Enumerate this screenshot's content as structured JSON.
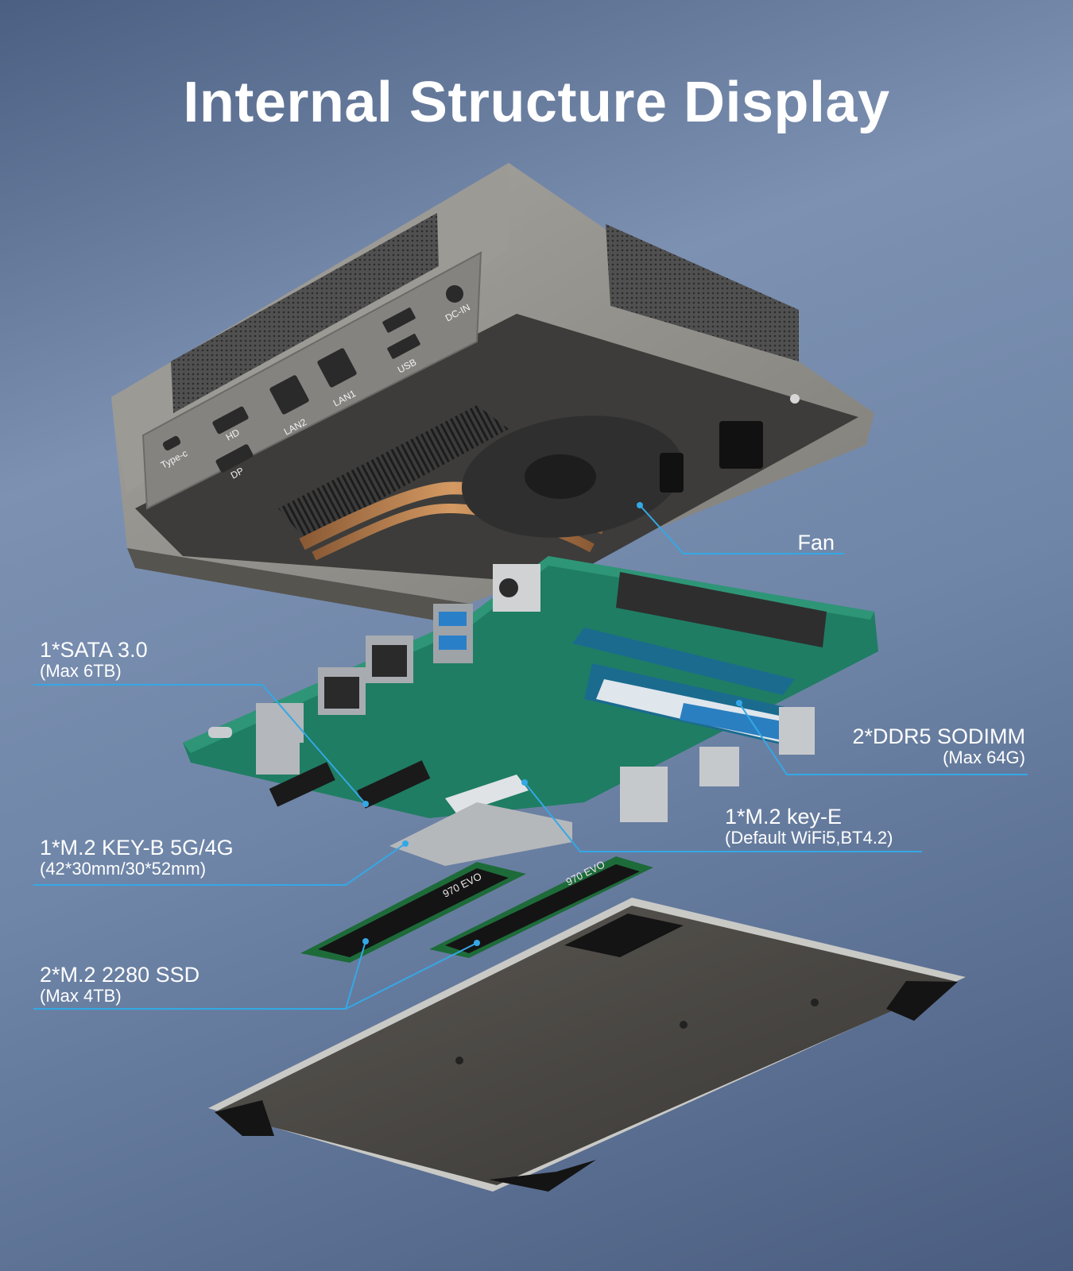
{
  "title": "Internal Structure Display",
  "colors": {
    "accent_line": "#34a8e6",
    "pcb": "#1f7d63",
    "case": "#8b8b87"
  },
  "callouts": {
    "fan": {
      "main": "Fan"
    },
    "sata": {
      "main": "1*SATA 3.0",
      "sub": "(Max 6TB)"
    },
    "ddr5": {
      "main": "2*DDR5 SODIMM",
      "sub": "(Max 64G)"
    },
    "m2_key_e": {
      "main": "1*M.2 key-E",
      "sub": "(Default WiFi5,BT4.2)"
    },
    "m2_key_b": {
      "main": "1*M.2 KEY-B 5G/4G",
      "sub": "(42*30mm/30*52mm)"
    },
    "ssd": {
      "main": "2*M.2 2280 SSD",
      "sub": "(Max 4TB)"
    }
  },
  "port_labels": {
    "type_c": "Type-c",
    "hd": "HD",
    "dp": "DP",
    "lan2": "LAN2",
    "lan1": "LAN1",
    "usb": "USB",
    "dc_in": "DC-IN"
  },
  "ssd_brand": "970 EVO",
  "icons": [
    "fan-icon",
    "heatsink-icon",
    "ram-module-icon",
    "ssd-module-icon",
    "wifi-card-icon"
  ]
}
